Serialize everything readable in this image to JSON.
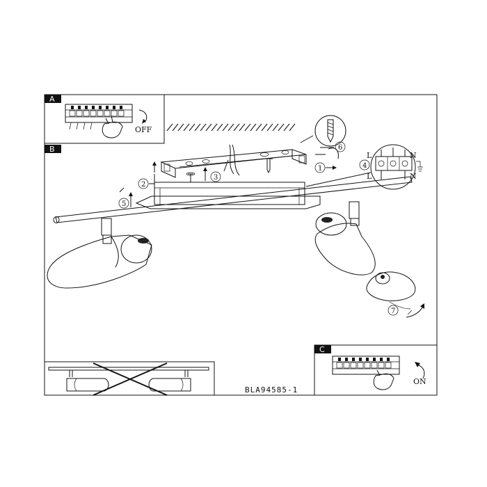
{
  "sections": [
    {
      "id": "a",
      "label": "A"
    },
    {
      "id": "b",
      "label": "B"
    },
    {
      "id": "c",
      "label": "C"
    }
  ],
  "switch_off_label": "OFF",
  "switch_on_label": "ON",
  "terminal_labels": {
    "left_top": "L",
    "right_top": "N",
    "left_bottom": "L",
    "right_bottom": "N"
  },
  "steps": [
    "1",
    "2",
    "3",
    "4",
    "5",
    "6",
    "7"
  ],
  "model_code": "BLA94585-1"
}
